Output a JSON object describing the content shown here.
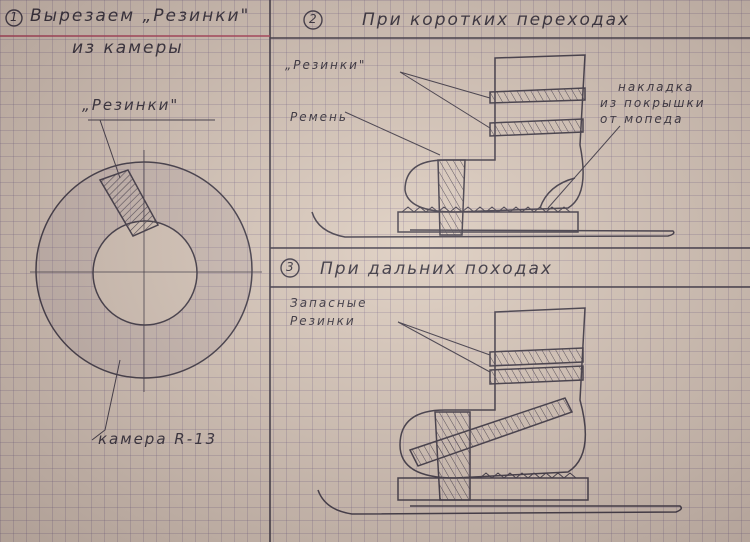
{
  "panel1": {
    "num": "1",
    "title_line1": "Вырезаем „Резинки\"",
    "title_line2": "из камеры",
    "label_rubbers": "„Резинки\"",
    "label_camera": "камера R-13"
  },
  "panel2": {
    "num": "2",
    "title": "При коротких переходах",
    "label_rubbers": "„Резинки\"",
    "label_strap": "Ремень",
    "label_pad_line1": "накладка",
    "label_pad_line2": "из покрышки",
    "label_pad_line3": "от мопеда"
  },
  "panel3": {
    "num": "3",
    "title": "При дальних походах",
    "label_spare_line1": "Запасные",
    "label_spare_line2": "Резинки"
  },
  "colors": {
    "paper": "#dccdc0",
    "pencil": "#3a3644",
    "red_line": "#b0405a"
  }
}
